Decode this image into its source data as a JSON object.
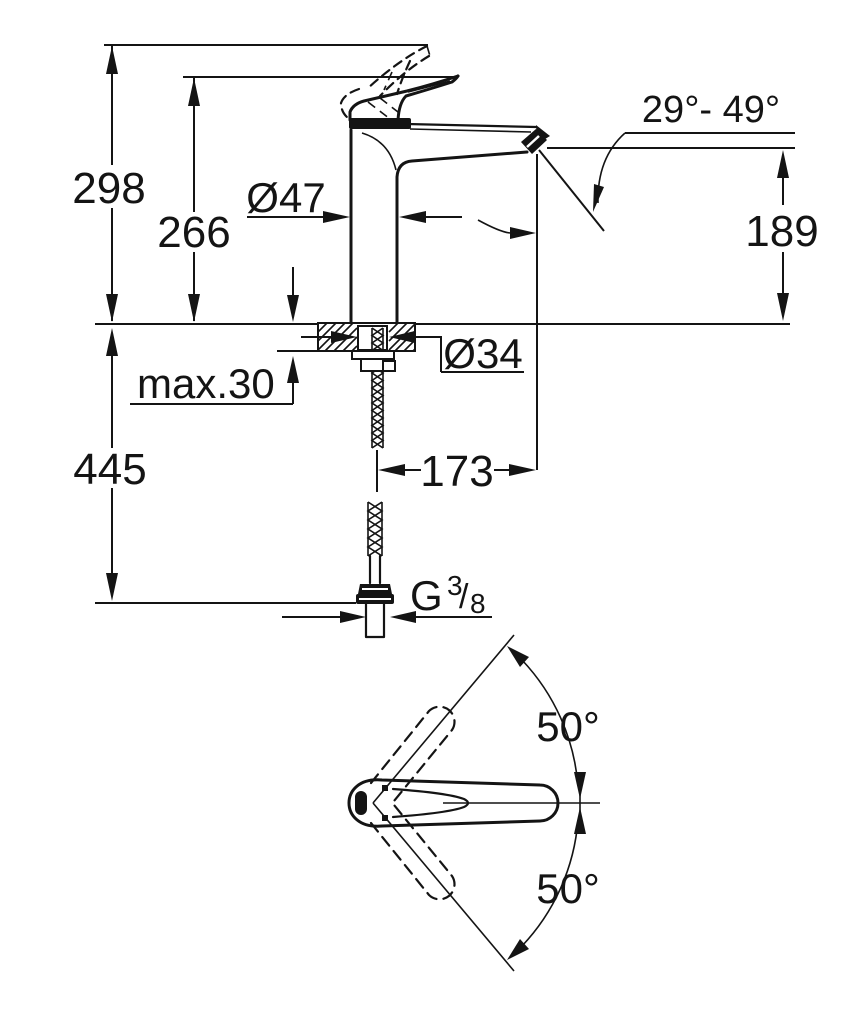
{
  "side_view": {
    "overall_height": "298",
    "height_to_handle": "266",
    "body_diameter": "Ø47",
    "spout_angle_range": "29°- 49°",
    "spout_outlet_height": "189",
    "max_mounting_thickness": "max.30",
    "shank_diameter": "Ø34",
    "below_deck_length": "445",
    "spout_reach": "173",
    "thread": {
      "g": "G",
      "numerator": "3",
      "slash": "/",
      "denominator": "8"
    }
  },
  "top_view": {
    "handle_swivel_upper": "50°",
    "handle_swivel_lower": "50°"
  }
}
